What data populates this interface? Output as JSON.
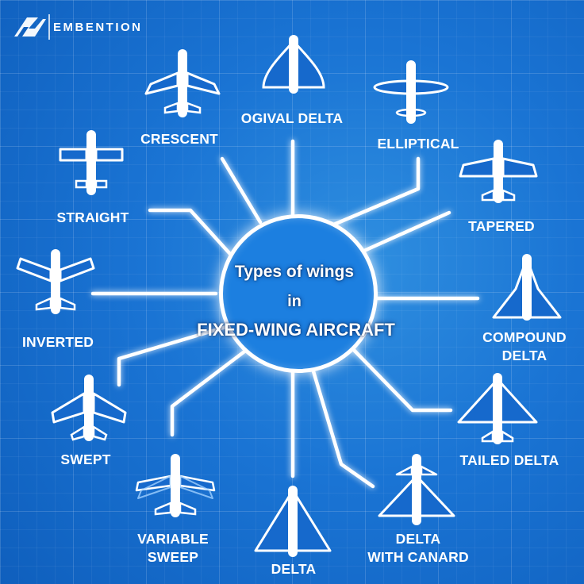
{
  "brand": {
    "name": "EMBENTION",
    "logo_icon": "embention-logo-icon"
  },
  "center": {
    "line1": "Types of wings",
    "line2": "in",
    "line3": "FIXED-WING AIRCRAFT"
  },
  "colors": {
    "background": "#1a74d4",
    "hub_fill": "#1c7fe0",
    "line": "#ffffff",
    "plane": "#ffffff",
    "wing_fill": "#1669cc"
  },
  "wing_types": [
    {
      "id": "ogival-delta",
      "label": "OGIVAL DELTA",
      "icon": "ogival-delta-wing-icon"
    },
    {
      "id": "elliptical",
      "label": "ELLIPTICAL",
      "icon": "elliptical-wing-icon"
    },
    {
      "id": "tapered",
      "label": "TAPERED",
      "icon": "tapered-wing-icon"
    },
    {
      "id": "compound-delta",
      "label": "COMPOUND DELTA",
      "lines": [
        "COMPOUND",
        "DELTA"
      ],
      "icon": "compound-delta-wing-icon"
    },
    {
      "id": "tailed-delta",
      "label": "TAILED DELTA",
      "icon": "tailed-delta-wing-icon"
    },
    {
      "id": "delta-with-canard",
      "label": "DELTA WITH CANARD",
      "lines": [
        "DELTA",
        "WITH CANARD"
      ],
      "icon": "delta-with-canard-wing-icon"
    },
    {
      "id": "delta",
      "label": "DELTA",
      "icon": "delta-wing-icon"
    },
    {
      "id": "variable-sweep",
      "label": "VARIABLE SWEEP",
      "lines": [
        "VARIABLE",
        "SWEEP"
      ],
      "icon": "variable-sweep-wing-icon"
    },
    {
      "id": "swept",
      "label": "SWEPT",
      "icon": "swept-wing-icon"
    },
    {
      "id": "inverted",
      "label": "INVERTED",
      "icon": "inverted-wing-icon"
    },
    {
      "id": "straight",
      "label": "STRAIGHT",
      "icon": "straight-wing-icon"
    },
    {
      "id": "crescent",
      "label": "CRESCENT",
      "icon": "crescent-wing-icon"
    }
  ]
}
